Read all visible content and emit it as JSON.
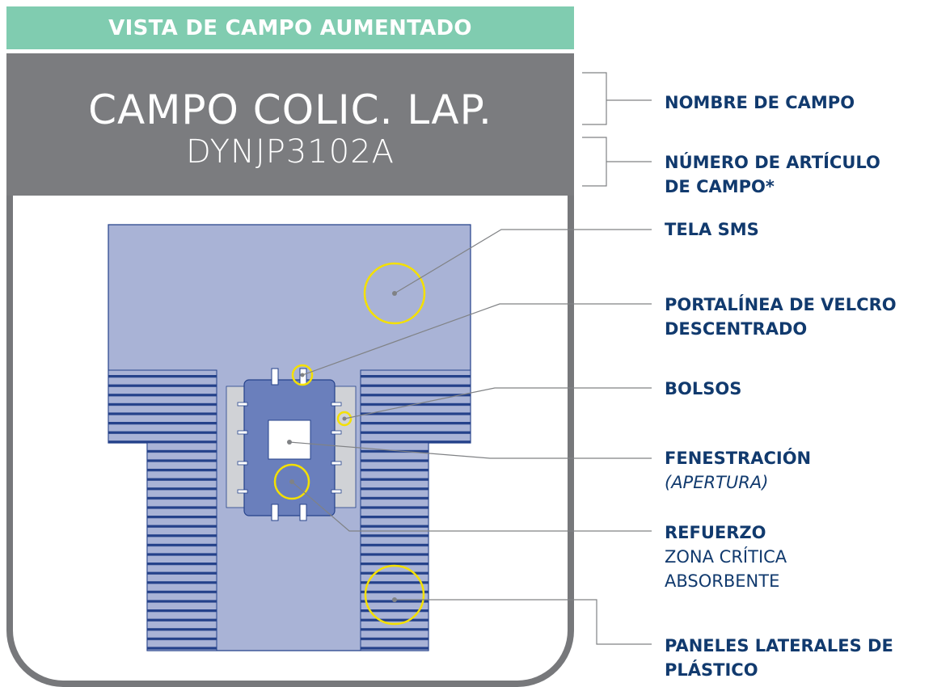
{
  "banner": {
    "title": "VISTA DE CAMPO AUMENTADO"
  },
  "drape": {
    "name": "CAMPO COLIC. LAP.",
    "item_number": "DYNJP3102A"
  },
  "callouts": {
    "drape_name": {
      "title": "NOMBRE DE CAMPO"
    },
    "item_number": {
      "line1": "NÚMERO DE ARTÍCULO",
      "line2": "DE CAMPO*"
    },
    "sms_fabric": {
      "title": "TELA SMS"
    },
    "velcro": {
      "line1": "PORTALÍNEA DE VELCRO",
      "line2": "DESCENTRADO"
    },
    "pockets": {
      "title": "BOLSOS"
    },
    "fenestration": {
      "title": "FENESTRACIÓN",
      "note": "(APERTURA)"
    },
    "reinforcement": {
      "title": "REFUERZO",
      "line2": "ZONA CRÍTICA",
      "line3": "ABSORBENTE"
    },
    "side_panels": {
      "line1": "PANELES LATERALES DE",
      "line2": "PLÁSTICO"
    }
  },
  "colors": {
    "banner": "#80ccb0",
    "header": "#7b7c7f",
    "frame": "#77787b",
    "drape_fabric": "#a9b3d6",
    "reinforcement": "#6a7fbc",
    "stripe": "#24418a",
    "pocket": "#d0d2d6",
    "highlight_ring": "#f4e000",
    "label_text": "#113a6e",
    "leader_line": "#808285"
  }
}
